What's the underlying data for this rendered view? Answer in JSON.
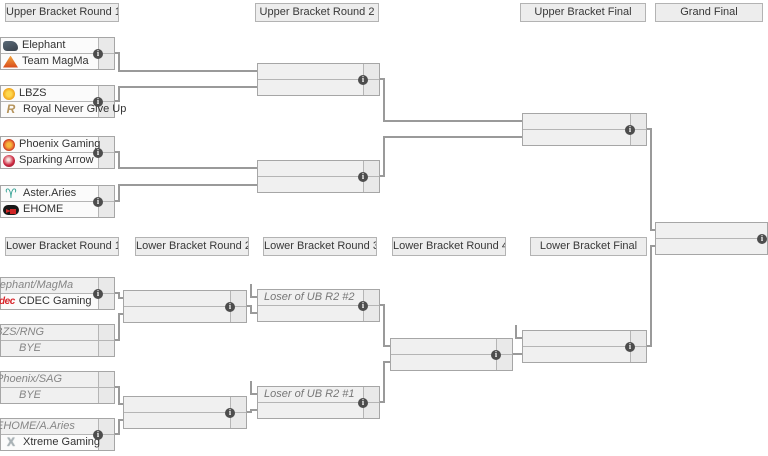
{
  "headers": {
    "upper": [
      "Upper Bracket Round 1",
      "Upper Bracket Round 2",
      "Upper Bracket Final",
      "Grand Final"
    ],
    "lower": [
      "Lower Bracket Round 1",
      "Lower Bracket Round 2",
      "Lower Bracket Round 3",
      "Lower Bracket Round 4",
      "Lower Bracket Final"
    ]
  },
  "matches": {
    "ub_r1_m1": {
      "top": "Elephant",
      "bottom": "Team MagMa"
    },
    "ub_r1_m2": {
      "top": "LBZS",
      "bottom": "Royal Never Give Up"
    },
    "ub_r1_m3": {
      "top": "Phoenix Gaming",
      "bottom": "Sparking Arrow"
    },
    "ub_r1_m4": {
      "top": "Aster.Aries",
      "bottom": "EHOME"
    },
    "lb_r1_m1": {
      "top": "Elephant/MagMa",
      "bottom": "CDEC Gaming"
    },
    "lb_r1_m2": {
      "top": "LBZS/RNG",
      "bottom": "BYE"
    },
    "lb_r1_m3": {
      "top": "Phoenix/SAG",
      "bottom": "BYE"
    },
    "lb_r1_m4": {
      "top": "EHOME/A.Aries",
      "bottom": "Xtreme Gaming"
    },
    "lb_r3_m1": {
      "top": "Loser of UB R2 #2",
      "bottom": ""
    },
    "lb_r3_m2": {
      "top": "Loser of UB R2 #1",
      "bottom": ""
    }
  },
  "icons": {
    "info_glyph": "i",
    "rng_glyph": "R",
    "aster_glyph": "♈",
    "cdec_glyph": "cdec",
    "xtreme_glyph": "X"
  },
  "colors": {
    "header_bg": "#ededed",
    "row_named_bg": "#fbfbfb",
    "row_empty_bg": "#f0f0f0",
    "score_bg": "#e9e9e9",
    "box_border": "#a6a6a6",
    "connector": "#9a9a9a",
    "info_icon_bg": "#4d4d4d",
    "team_text": "#333333",
    "tbd_text": "#858585"
  }
}
